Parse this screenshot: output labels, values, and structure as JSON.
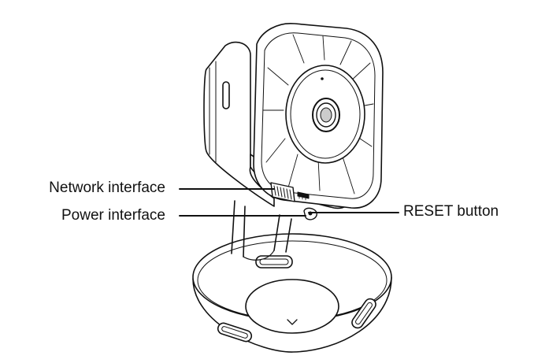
{
  "labels": {
    "network_interface": "Network interface",
    "power_interface": "Power interface",
    "reset_button": "RESET button"
  },
  "colors": {
    "line": "#111111",
    "fill": "#ffffff"
  }
}
